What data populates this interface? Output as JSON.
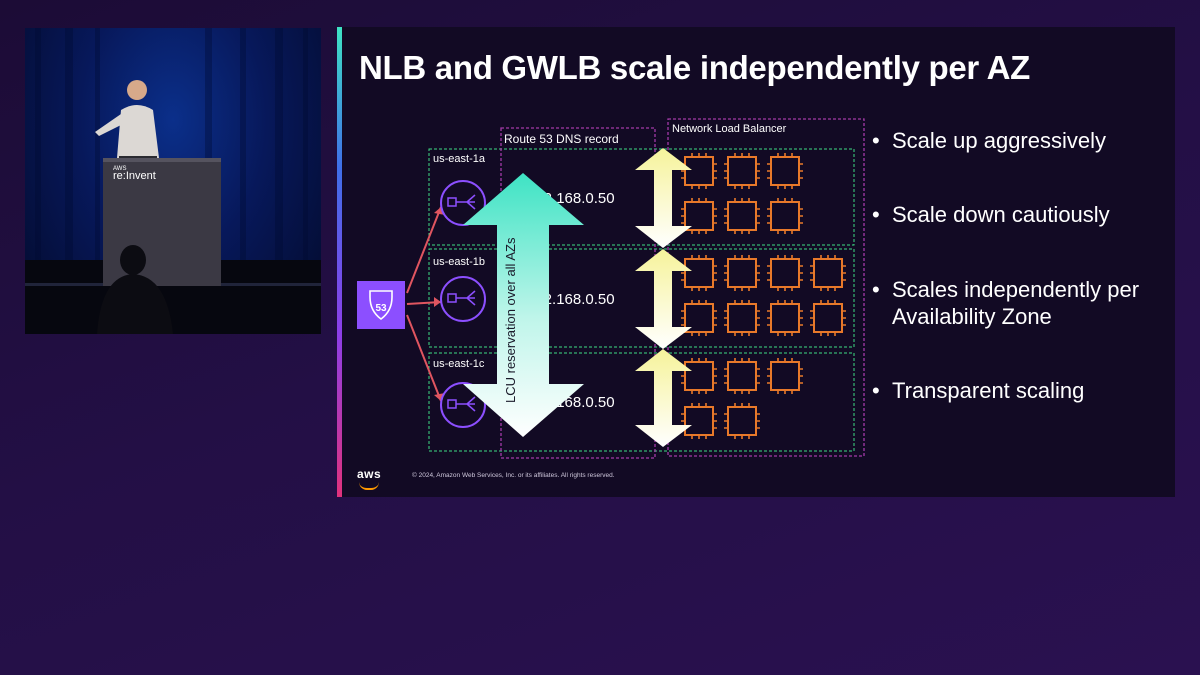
{
  "slide": {
    "title": "NLB and GWLB scale independently per AZ",
    "bullets": [
      "Scale up aggressively",
      "Scale down cautiously",
      "Scales independently per Availability Zone",
      "Transparent scaling"
    ],
    "footer": {
      "logo": "aws",
      "copyright": "© 2024, Amazon Web Services, Inc. or its affiliates. All rights reserved."
    }
  },
  "diagram": {
    "route53_label": "Route 53 DNS record",
    "nlb_label": "Network Load Balancer",
    "route53_icon_text": "53",
    "lcu_label": "LCU reservation over all AZs",
    "zones": [
      {
        "name": "us-east-1a",
        "ip": "192.168.0.50",
        "instances": 6
      },
      {
        "name": "us-east-1b",
        "ip": "192.168.0.50",
        "instances": 8
      },
      {
        "name": "us-east-1c",
        "ip": "192.168.0.50",
        "instances": 5
      }
    ]
  },
  "video": {
    "podium_brand_small": "AWS",
    "podium_brand": "re:Invent"
  },
  "colors": {
    "zone_border": "#3ddc84",
    "dns_border": "#a33aa8",
    "instance": "#e8792a",
    "endpoint": "#8c4fff",
    "route53": "#8c4fff",
    "lcu_arrow_top": "#3ee3c4",
    "arrow_yellow": "#f6f39a"
  }
}
